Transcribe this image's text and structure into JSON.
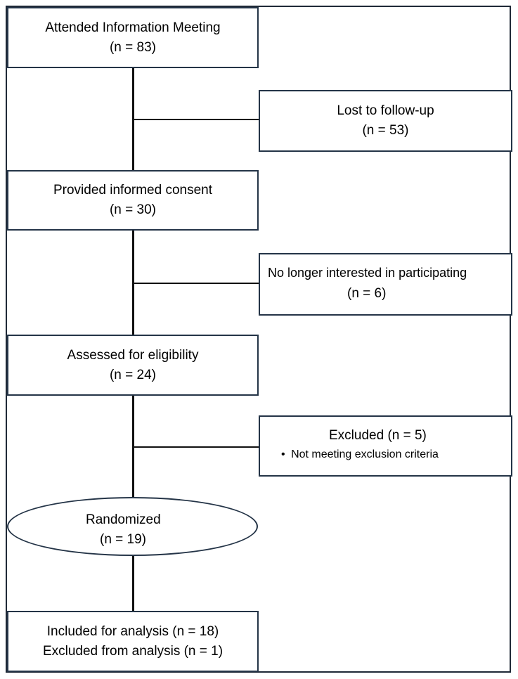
{
  "flow": {
    "attended": {
      "title": "Attended Information Meeting",
      "count": "(n = 83)"
    },
    "lost": {
      "title": "Lost to follow-up",
      "count": "(n = 53)"
    },
    "consent": {
      "title": "Provided informed consent",
      "count": "(n = 30)"
    },
    "not_interested": {
      "title": "No longer interested in participating",
      "count": "(n = 6)"
    },
    "assessed": {
      "title": "Assessed for eligibility",
      "count": "(n = 24)"
    },
    "excluded": {
      "title": "Excluded (n = 5)",
      "bullet": "•",
      "reason": "Not meeting exclusion criteria"
    },
    "randomized": {
      "title": "Randomized",
      "count": "(n = 19)"
    },
    "analysis": {
      "included": "Included for analysis (n = 18)",
      "excluded": "Excluded from analysis (n = 1)"
    }
  },
  "colors": {
    "box_border": "#243447",
    "connector": "#111111",
    "frame_border": "#1f2937"
  }
}
